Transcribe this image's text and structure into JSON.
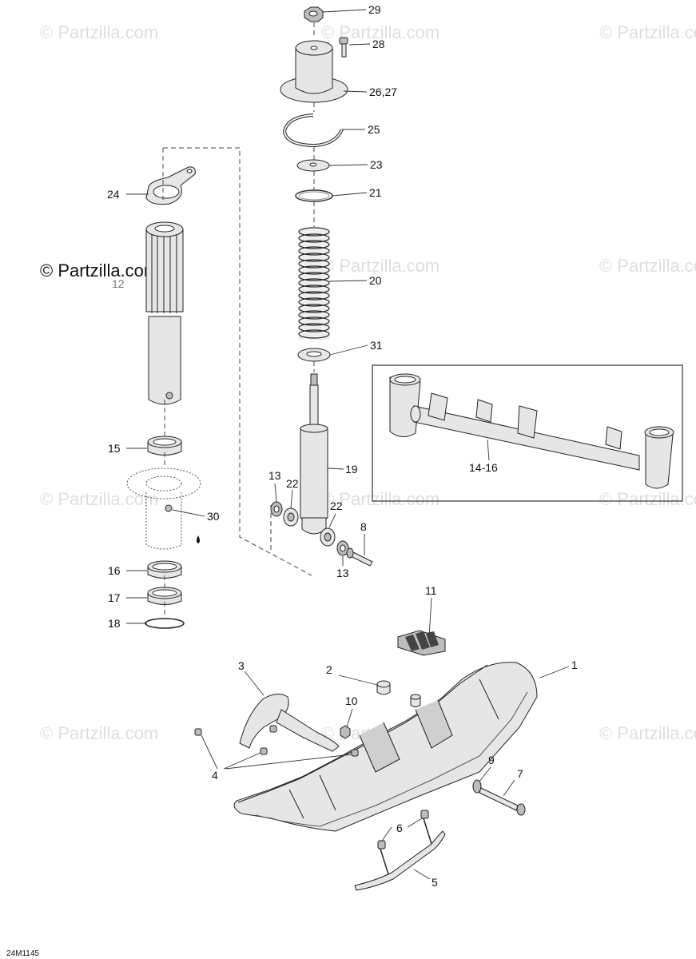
{
  "watermark": {
    "text": "© Partzilla.com",
    "highlight_text": "© Partzilla.com"
  },
  "diagram_code": "24M1145",
  "callouts": {
    "c29": "29",
    "c28": "28",
    "c2627": "26,27",
    "c25": "25",
    "c23": "23",
    "c21": "21",
    "c24": "24",
    "c20": "20",
    "c31": "31",
    "c1416": "14-16",
    "c19": "19",
    "c15": "15",
    "c13a": "13",
    "c22a": "22",
    "c22b": "22",
    "c30": "30",
    "c8": "8",
    "c16": "16",
    "c13b": "13",
    "c17": "17",
    "c18": "18",
    "c11": "11",
    "c3": "3",
    "c2": "2",
    "c1": "1",
    "c10": "10",
    "c4": "4",
    "c9": "9",
    "c7": "7",
    "c6": "6",
    "c5": "5",
    "c12": "12"
  }
}
